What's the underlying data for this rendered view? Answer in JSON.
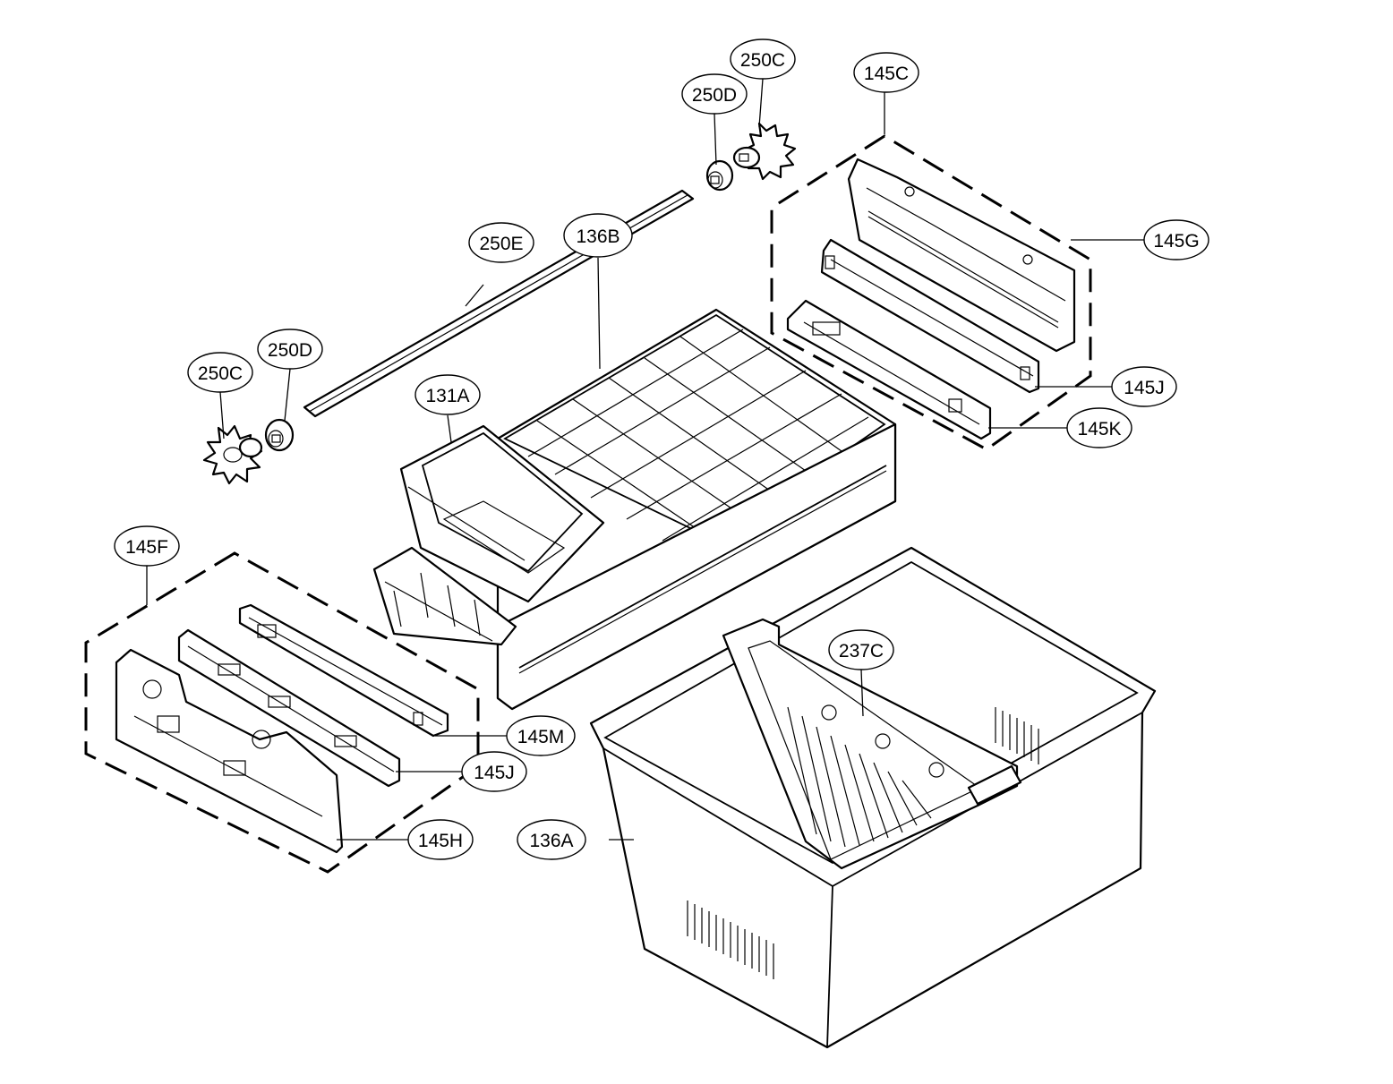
{
  "callouts": [
    {
      "id": "c-250c-top",
      "text": "250C"
    },
    {
      "id": "c-250d-top",
      "text": "250D"
    },
    {
      "id": "c-145c",
      "text": "145C"
    },
    {
      "id": "c-250e",
      "text": "250E"
    },
    {
      "id": "c-136b",
      "text": "136B"
    },
    {
      "id": "c-145g",
      "text": "145G"
    },
    {
      "id": "c-250d-left",
      "text": "250D"
    },
    {
      "id": "c-250c-left",
      "text": "250C"
    },
    {
      "id": "c-131a",
      "text": "131A"
    },
    {
      "id": "c-145j-right",
      "text": "145J"
    },
    {
      "id": "c-145k",
      "text": "145K"
    },
    {
      "id": "c-145f",
      "text": "145F"
    },
    {
      "id": "c-237c",
      "text": "237C"
    },
    {
      "id": "c-145m",
      "text": "145M"
    },
    {
      "id": "c-145j-left",
      "text": "145J"
    },
    {
      "id": "c-136a",
      "text": "136A"
    },
    {
      "id": "c-145h",
      "text": "145H"
    }
  ]
}
